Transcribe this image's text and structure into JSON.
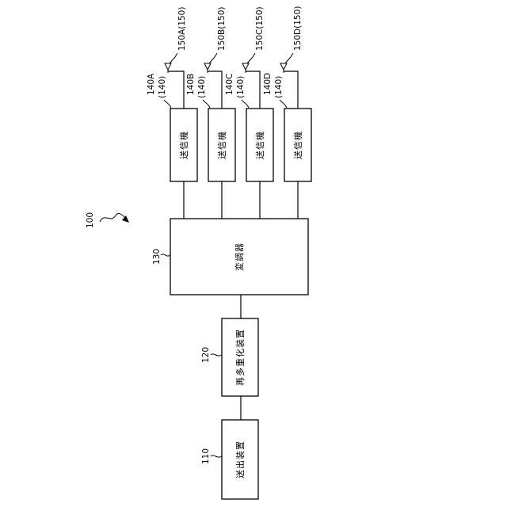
{
  "figure_label": "100",
  "modulator": {
    "ref": "130",
    "label": "変調器"
  },
  "remultiplexer": {
    "ref": "120",
    "label": "再多重化装置"
  },
  "output_device": {
    "ref": "110",
    "label": "送出装置"
  },
  "transmitters": [
    {
      "ref": "140A",
      "ref_sub": "(140)",
      "label": "送信機",
      "antenna_ref": "150A(150)"
    },
    {
      "ref": "140B",
      "ref_sub": "(140)",
      "label": "送信機",
      "antenna_ref": "150B(150)"
    },
    {
      "ref": "140C",
      "ref_sub": "(140)",
      "label": "送信機",
      "antenna_ref": "150C(150)"
    },
    {
      "ref": "140D",
      "ref_sub": "(140)",
      "label": "送信機",
      "antenna_ref": "150D(150)"
    }
  ]
}
